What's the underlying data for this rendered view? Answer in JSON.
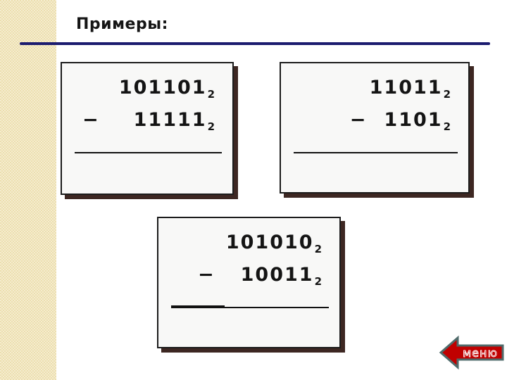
{
  "slide": {
    "title": "Примеры:"
  },
  "examples": [
    {
      "minuend": "101101",
      "minuend_base": "2",
      "operator": "−",
      "subtrahend": "11111",
      "subtrahend_base": "2"
    },
    {
      "minuend": "11011",
      "minuend_base": "2",
      "operator": "−",
      "subtrahend": "1101",
      "subtrahend_base": "2"
    },
    {
      "minuend": "101010",
      "minuend_base": "2",
      "operator": "−",
      "subtrahend": "10011",
      "subtrahend_base": "2"
    }
  ],
  "menu_button": {
    "label": "меню"
  },
  "colors": {
    "accent_rule": "#1b1b6f",
    "strip_beige": "#ecdfae",
    "card_fill": "#f8f8f7",
    "card_shadow": "#3d2722",
    "menu_red": "#c00000",
    "menu_border": "#4f6b6b"
  }
}
